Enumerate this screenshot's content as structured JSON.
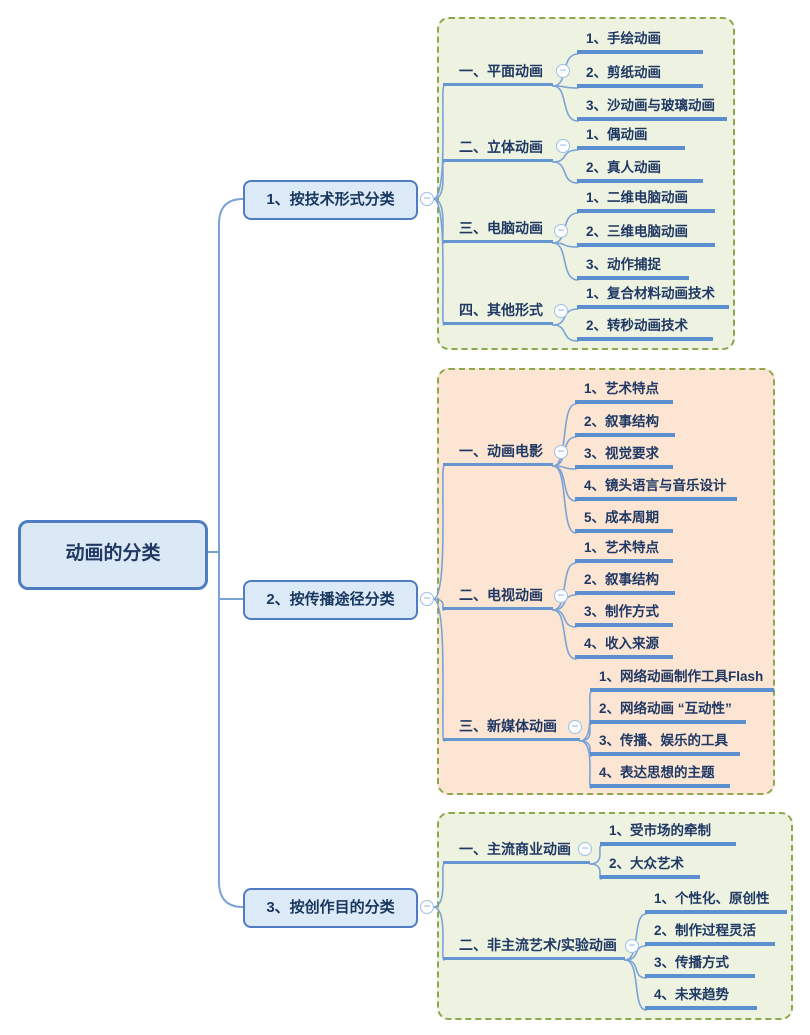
{
  "root": {
    "label": "动画的分类"
  },
  "icons": {
    "collapse": "−"
  },
  "colors": {
    "node_border": "#4e7dc1",
    "node_fill": "#dbe8f6",
    "text": "#1f3864",
    "connector_line": "#7ba3d6",
    "subtopic_underline": "#6696cf",
    "child_underline": "#5b8fd0",
    "group_border": "#8aa84e",
    "group_fill_green": "#eef3e1",
    "group_fill_peach": "#fce5d2"
  },
  "branches": [
    {
      "label": "1、按技术形式分类",
      "subtopics": [
        {
          "label": "一、平面动画",
          "children": [
            "1、手绘动画",
            "2、剪纸动画",
            "3、沙动画与玻璃动画"
          ]
        },
        {
          "label": "二、立体动画",
          "children": [
            "1、偶动画",
            "2、真人动画"
          ]
        },
        {
          "label": "三、电脑动画",
          "children": [
            "1、二维电脑动画",
            "2、三维电脑动画",
            "3、动作捕捉"
          ]
        },
        {
          "label": "四、其他形式",
          "children": [
            "1、复合材料动画技术",
            "2、转秒动画技术"
          ]
        }
      ]
    },
    {
      "label": "2、按传播途径分类",
      "subtopics": [
        {
          "label": "一、动画电影",
          "children": [
            "1、艺术特点",
            "2、叙事结构",
            "3、视觉要求",
            "4、镜头语言与音乐设计",
            "5、成本周期"
          ]
        },
        {
          "label": "二、电视动画",
          "children": [
            "1、艺术特点",
            "2、叙事结构",
            "3、制作方式",
            "4、收入来源"
          ]
        },
        {
          "label": "三、新媒体动画",
          "children": [
            "1、网络动画制作工具Flash",
            "2、网络动画 “互动性”",
            "3、传播、娱乐的工具",
            "4、表达思想的主题"
          ]
        }
      ]
    },
    {
      "label": "3、按创作目的分类",
      "subtopics": [
        {
          "label": "一、主流商业动画",
          "children": [
            "1、受市场的牵制",
            "2、大众艺术"
          ]
        },
        {
          "label": "二、非主流艺术/实验动画",
          "children": [
            "1、个性化、原创性",
            "2、制作过程灵活",
            "3、传播方式",
            "4、未来趋势"
          ]
        }
      ]
    }
  ]
}
